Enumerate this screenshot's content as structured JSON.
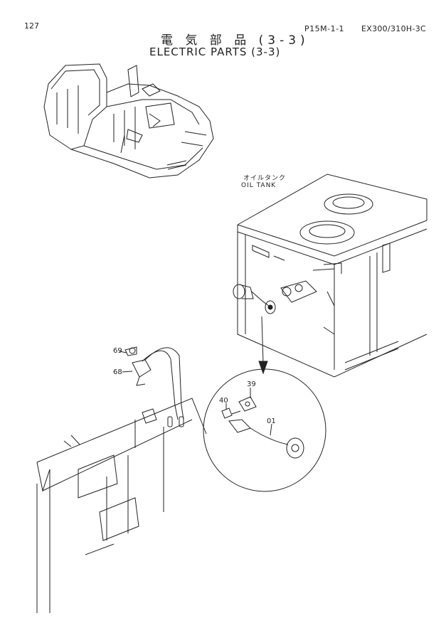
{
  "header": {
    "page_number": "127",
    "catalog_code": "P15M-1-1",
    "model": "EX300/310H-3C",
    "title_jp": "電 気 部 品 (3-3)",
    "title_en": "ELECTRIC PARTS (3-3)"
  },
  "labels": {
    "oil_tank_jp": "オイルタンク",
    "oil_tank_en": "OIL TANK"
  },
  "callouts": {
    "part_69": "69",
    "part_68": "68",
    "part_39": "39",
    "part_40": "40",
    "part_01": "01"
  }
}
